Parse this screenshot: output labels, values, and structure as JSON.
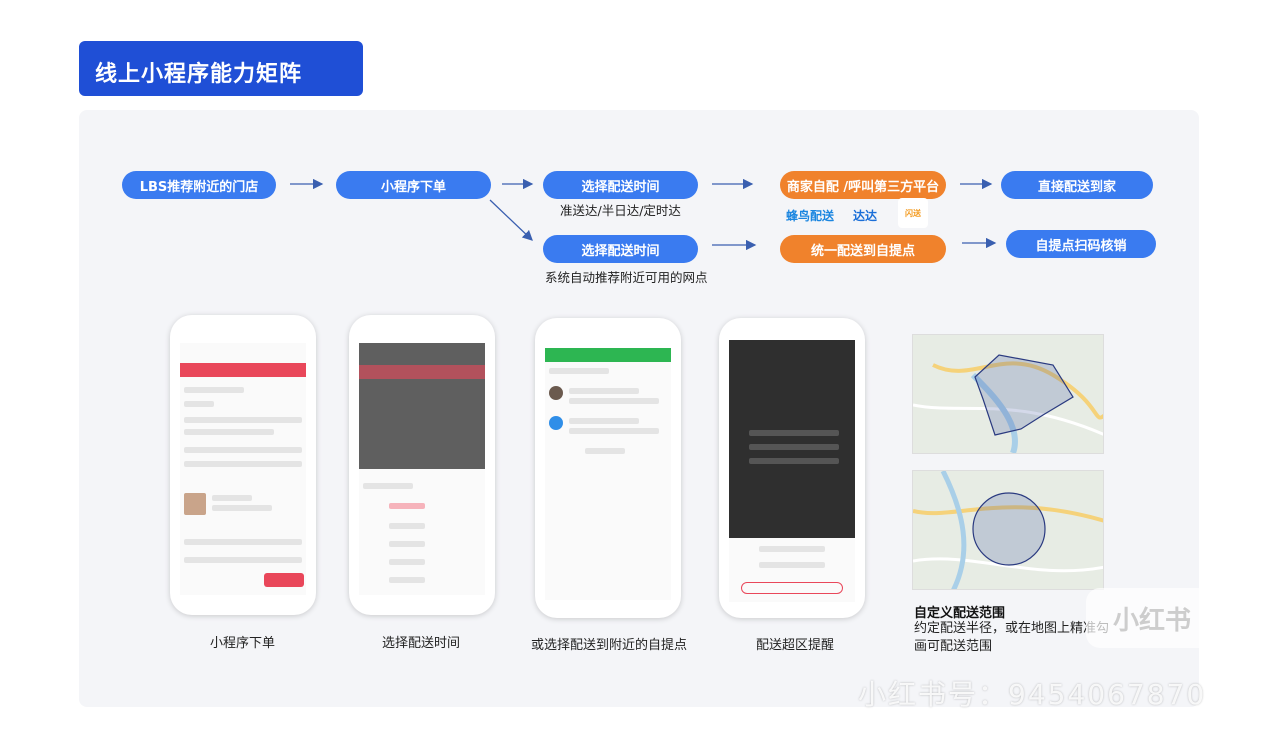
{
  "page": {
    "title": "线上小程序能力矩阵"
  },
  "flow": {
    "step1": "LBS推荐附近的门店",
    "step2": "小程序下单",
    "branch_a": {
      "label": "选择配送时间",
      "note": "准送达/半日达/定时达",
      "action": "商家自配 /呼叫第三方平台",
      "result": "直接配送到家",
      "logos": [
        "蜂鸟配送",
        "达达",
        "闪送"
      ]
    },
    "branch_b": {
      "label": "选择配送时间",
      "note": "系统自动推荐附近可用的网点",
      "action": "统一配送到自提点",
      "result": "自提点扫码核销"
    }
  },
  "screens": [
    {
      "caption": "小程序下单"
    },
    {
      "caption": "选择配送时间"
    },
    {
      "caption": "或选择配送到附近的自提点"
    },
    {
      "caption": "配送超区提醒"
    }
  ],
  "custom_range": {
    "title": "自定义配送范围",
    "description": "约定配送半径，或在地图上精准勾画可配送范围"
  },
  "watermark": {
    "text": "小红书号：9454067870",
    "logo": "小红书"
  },
  "colors": {
    "banner": "#1f4fd6",
    "pill_blue": "#3a7bf0",
    "pill_orange": "#f0822c",
    "panel_bg": "#f4f5f8"
  }
}
